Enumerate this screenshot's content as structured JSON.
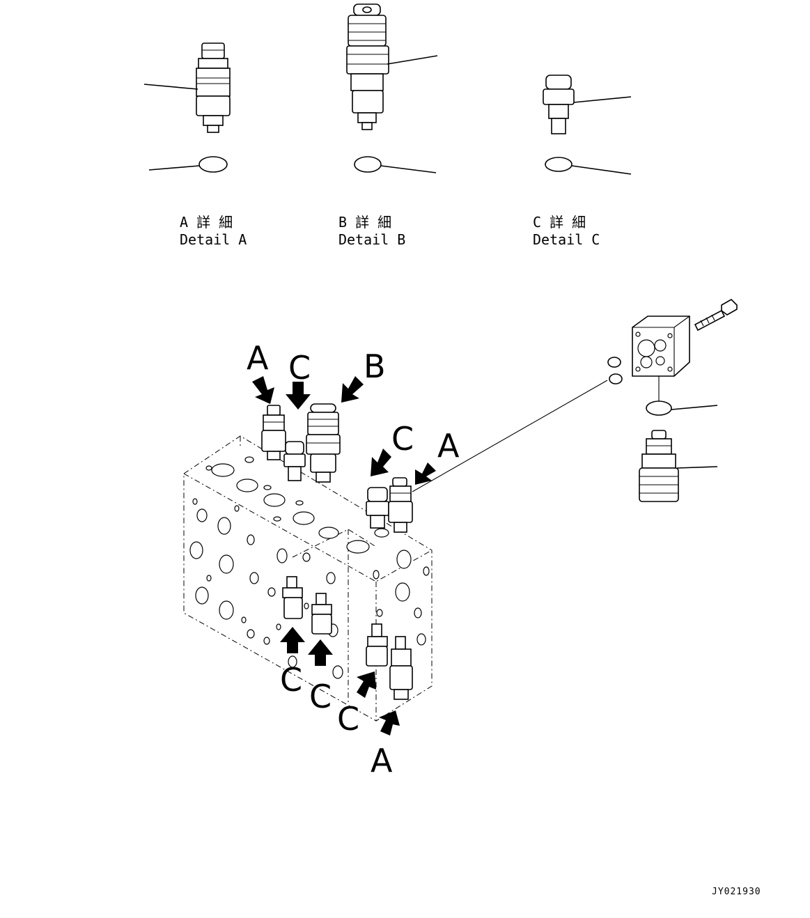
{
  "details": [
    {
      "jp": "A 詳 細",
      "en": "Detail A"
    },
    {
      "jp": "B 詳 細",
      "en": "Detail B"
    },
    {
      "jp": "C 詳 細",
      "en": "Detail C"
    }
  ],
  "callouts": [
    "A",
    "C",
    "B",
    "C",
    "A",
    "C",
    "C",
    "C",
    "A"
  ],
  "drawing_code": "JY021930"
}
